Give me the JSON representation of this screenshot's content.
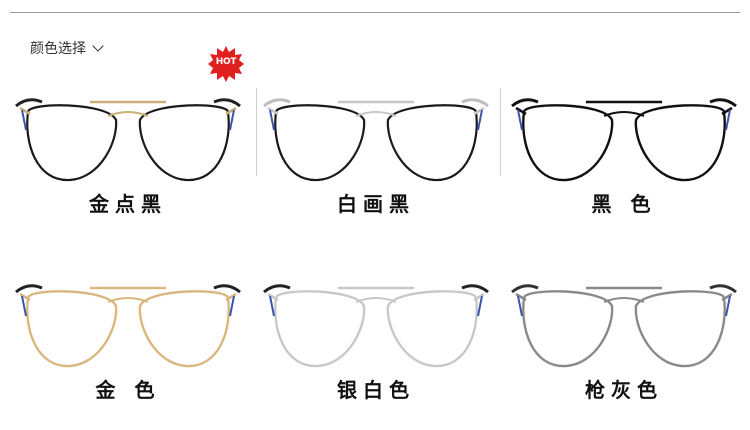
{
  "header": {
    "title": "颜色选择",
    "hot_badge": "HOT"
  },
  "options": [
    {
      "label": "金点黑",
      "frame": "#1a1a1a",
      "bridge": "#c9b07a",
      "temple": "#222"
    },
    {
      "label": "白画黑",
      "frame": "#1a1a1a",
      "bridge": "#c7c7c7",
      "temple": "#bdbdbd"
    },
    {
      "label": "黑  色",
      "frame": "#111111",
      "bridge": "#111111",
      "temple": "#111"
    },
    {
      "label": "金  色",
      "frame": "#d9b77f",
      "bridge": "#d9b77f",
      "temple": "#d9b77f"
    },
    {
      "label": "银白色",
      "frame": "#c8c8c8",
      "bridge": "#c8c8c8",
      "temple": "#c8c8c8"
    },
    {
      "label": "枪灰色",
      "frame": "#8a8a8a",
      "bridge": "#8a8a8a",
      "temple": "#8a8a8a"
    }
  ]
}
